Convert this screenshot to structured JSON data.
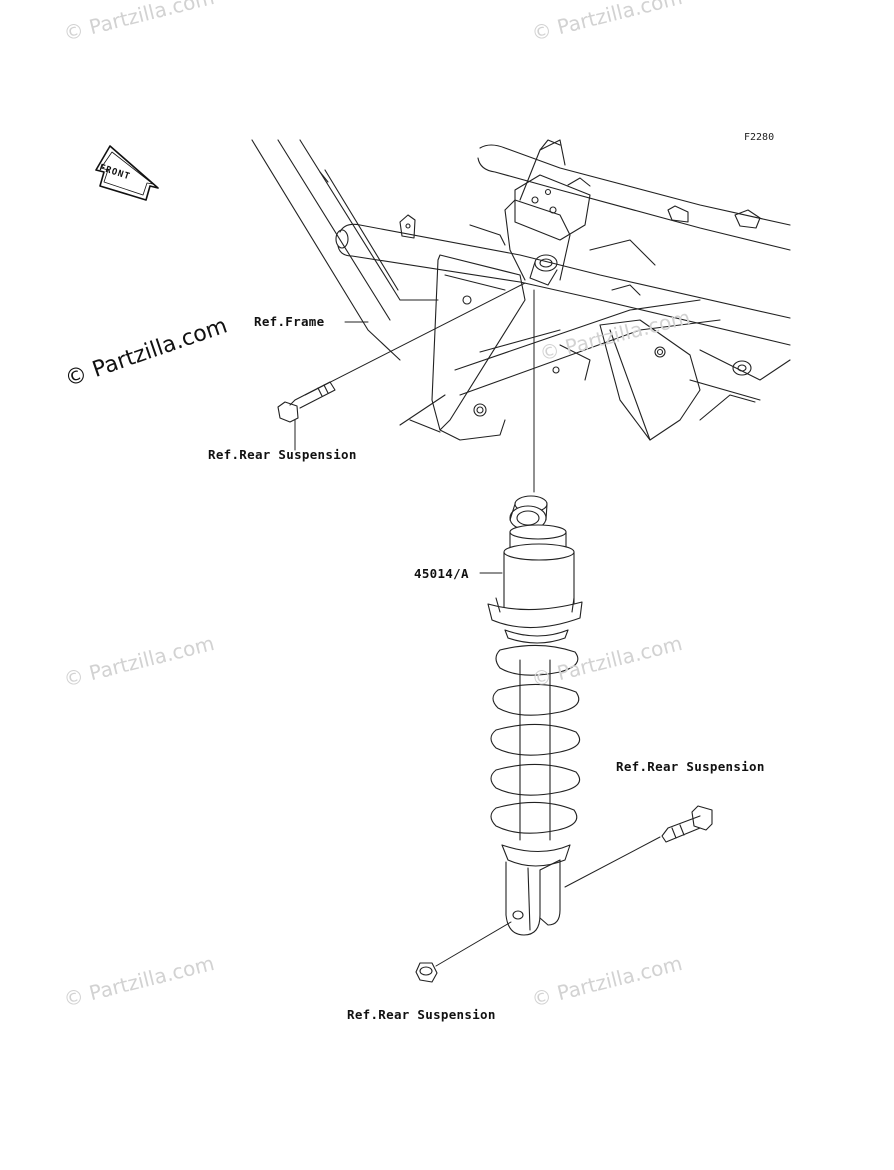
{
  "diagram": {
    "code": "F2280",
    "front_arrow": "FRONT",
    "labels": {
      "ref_frame": "Ref.Frame",
      "ref_rear_suspension_top": "Ref.Rear Suspension",
      "part_number": "45014/A",
      "ref_rear_suspension_right": "Ref.Rear Suspension",
      "ref_rear_suspension_bottom": "Ref.Rear Suspension"
    }
  },
  "watermark": {
    "text": "© Partzilla.com"
  }
}
